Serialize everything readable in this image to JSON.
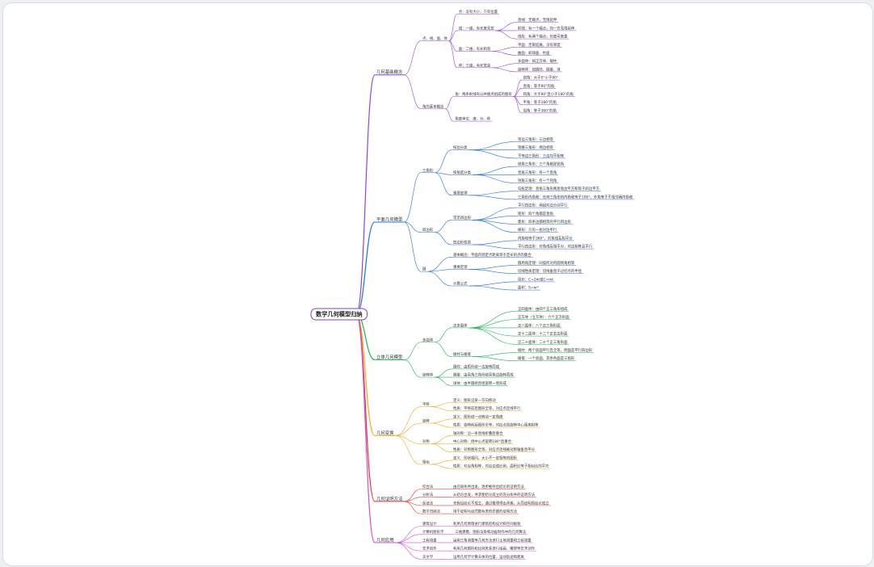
{
  "root": "数学几何模型归纳",
  "colors": {
    "purple": "#8e44d6",
    "blue": "#1f6fe0",
    "green": "#19b35a",
    "orange": "#f0a81d",
    "red": "#e8332b",
    "magenta": "#d14fd0"
  },
  "branches": [
    {
      "label": "几何基础概念",
      "color": "purple",
      "children": [
        {
          "label": "点、线、面、体",
          "children": [
            {
              "label": "点：没有大小，只有位置"
            },
            {
              "label": "线：一维，有长度无宽",
              "children": [
                {
                  "label": "直线：无端点，无限延伸"
                },
                {
                  "label": "射线：有一个端点，向一方无限延伸"
                },
                {
                  "label": "线段：有两个端点，长度可度量"
                }
              ]
            },
            {
              "label": "面：二维，有长和宽",
              "children": [
                {
                  "label": "平面：无限延展，没有厚度"
                },
                {
                  "label": "曲面：如球面、柱面"
                }
              ]
            },
            {
              "label": "体：三维，有长宽高",
              "children": [
                {
                  "label": "多面体：如正方体、棱柱"
                },
                {
                  "label": "旋转体：如圆柱、圆锥、球"
                }
              ]
            }
          ]
        },
        {
          "label": "角的基本概念",
          "children": [
            {
              "label": "角：两条射线有公共端点组成的图形",
              "children": [
                {
                  "label": "锐角：大于0°小于90°"
                },
                {
                  "label": "直角：等于90°的角"
                },
                {
                  "label": "钝角：大于90°且小于180°的角"
                },
                {
                  "label": "平角：等于180°的角"
                },
                {
                  "label": "周角：等于360°的角"
                }
              ]
            },
            {
              "label": "角度单位：度、分、秒"
            }
          ]
        }
      ]
    },
    {
      "label": "平面几何模型",
      "color": "blue",
      "children": [
        {
          "label": "三角形",
          "children": [
            {
              "label": "按边分类",
              "children": [
                {
                  "label": "等边三角形：三边相等"
                },
                {
                  "label": "等腰三角形：两边相等"
                },
                {
                  "label": "不等边三角形：三边均不相等"
                }
              ]
            },
            {
              "label": "按角度分类",
              "children": [
                {
                  "label": "锐角三角形：三个角都是锐角"
                },
                {
                  "label": "直角三角形：有一个直角"
                },
                {
                  "label": "钝角三角形：有一个钝角"
                }
              ]
            },
            {
              "label": "重要定理",
              "children": [
                {
                  "label": "勾股定理：直角三角形两直角边平方和等于斜边平方"
                },
                {
                  "label": "三角形内角和：任何三角形的内角和等于180°，外角等于不相邻两内角和"
                }
              ]
            }
          ]
        },
        {
          "label": "四边形",
          "children": [
            {
              "label": "常见四边形",
              "children": [
                {
                  "label": "平行四边形：两组对边分别平行"
                },
                {
                  "label": "矩形：四个角都是直角"
                },
                {
                  "label": "菱形：四条边都相等的平行四边形"
                },
                {
                  "label": "梯形：只有一组对边平行"
                }
              ]
            },
            {
              "label": "四边形性质",
              "children": [
                {
                  "label": "内角和等于360°，对角线互相平分"
                },
                {
                  "label": "平行四边形：对角线互相平分，对边相等且平行"
                }
              ]
            }
          ]
        },
        {
          "label": "圆",
          "children": [
            {
              "label": "基本概念：平面内到定点距离等于定长的点的集合"
            },
            {
              "label": "重要定理",
              "children": [
                {
                  "label": "圆周角定理：同弧所对的圆周角相等"
                },
                {
                  "label": "切线性质定理：切线垂直于过切点的半径"
                }
              ]
            },
            {
              "label": "计算公式",
              "children": [
                {
                  "label": "周长：C=2πr或C=πd"
                },
                {
                  "label": "面积：S=πr²"
                }
              ]
            }
          ]
        }
      ]
    },
    {
      "label": "立体几何模型",
      "color": "green",
      "children": [
        {
          "label": "多面体",
          "children": [
            {
              "label": "正多面体",
              "children": [
                {
                  "label": "正四面体：由四个正三角形组成"
                },
                {
                  "label": "正方体（立方体）：六个正方形面"
                },
                {
                  "label": "正八面体：八个正三角形面"
                },
                {
                  "label": "正十二面体：十二个正五边形面"
                },
                {
                  "label": "正二十面体：二十个正三角形面"
                }
              ]
            },
            {
              "label": "棱柱与棱锥",
              "children": [
                {
                  "label": "棱柱：两个底面平行且全等，侧面是平行四边形"
                },
                {
                  "label": "棱锥：一个底面，其余各面是三角形"
                }
              ]
            }
          ]
        },
        {
          "label": "旋转体",
          "children": [
            {
              "label": "圆柱：由矩形绕一边旋转而成"
            },
            {
              "label": "圆锥：由直角三角形绕直角边旋转而成"
            },
            {
              "label": "球体：由半圆绕直径旋转一周形成"
            }
          ]
        }
      ]
    },
    {
      "label": "几何变换",
      "color": "orange",
      "children": [
        {
          "label": "平移",
          "children": [
            {
              "label": "定义：图形沿某一方向移动"
            },
            {
              "label": "性质：平移前后图形全等，对应点连线平行"
            }
          ]
        },
        {
          "label": "旋转",
          "children": [
            {
              "label": "定义：图形绕一点转动一定角度"
            },
            {
              "label": "性质：旋转前后图形全等，对应点到旋转中心距离相等"
            }
          ]
        },
        {
          "label": "对称",
          "children": [
            {
              "label": "轴对称：沿一条直线折叠后重合"
            },
            {
              "label": "中心对称：绕中心点旋转180°后重合"
            },
            {
              "label": "性质：对称图形全等，对应点连线被对称轴垂直平分"
            }
          ]
        },
        {
          "label": "相似",
          "children": [
            {
              "label": "定义：形状相同，大小不一定相等的图形"
            },
            {
              "label": "性质：对应角相等，对应边成比例，面积比等于相似比的平方"
            }
          ]
        }
      ]
    },
    {
      "label": "几何证明方法",
      "color": "red",
      "children": [
        {
          "label": "综合法",
          "children": [
            {
              "label": "由已知条件出发，逐步推导出结论的证明方法"
            }
          ]
        },
        {
          "label": "分析法",
          "children": [
            {
              "label": "从结论出发，寻求使结论成立的充分条件的证明方法"
            }
          ]
        },
        {
          "label": "反证法",
          "children": [
            {
              "label": "先假设结论不成立，通过推理得出矛盾，从而证明原结论成立"
            }
          ]
        },
        {
          "label": "数学归纳法",
          "children": [
            {
              "label": "用于证明与自然数有关的命题的证明方法"
            }
          ]
        }
      ]
    },
    {
      "label": "几何应用",
      "color": "magenta",
      "children": [
        {
          "label": "建筑设计",
          "children": [
            {
              "label": "利用几何原理进行建筑结构设计和空间规划"
            }
          ]
        },
        {
          "label": "计算机图形学",
          "children": [
            {
              "label": "三维建模、图形渲染和动画制作中的几何算法"
            }
          ]
        },
        {
          "label": "工程测量",
          "children": [
            {
              "label": "运用三角测量等几何方法进行土地测量和工程测量"
            }
          ]
        },
        {
          "label": "艺术创作",
          "children": [
            {
              "label": "利用几何图形和比例关系进行绘画、雕塑等艺术创作"
            }
          ]
        },
        {
          "label": "天文学",
          "children": [
            {
              "label": "运用几何学计算天体的位置、运动轨迹和距离"
            }
          ]
        }
      ]
    }
  ]
}
